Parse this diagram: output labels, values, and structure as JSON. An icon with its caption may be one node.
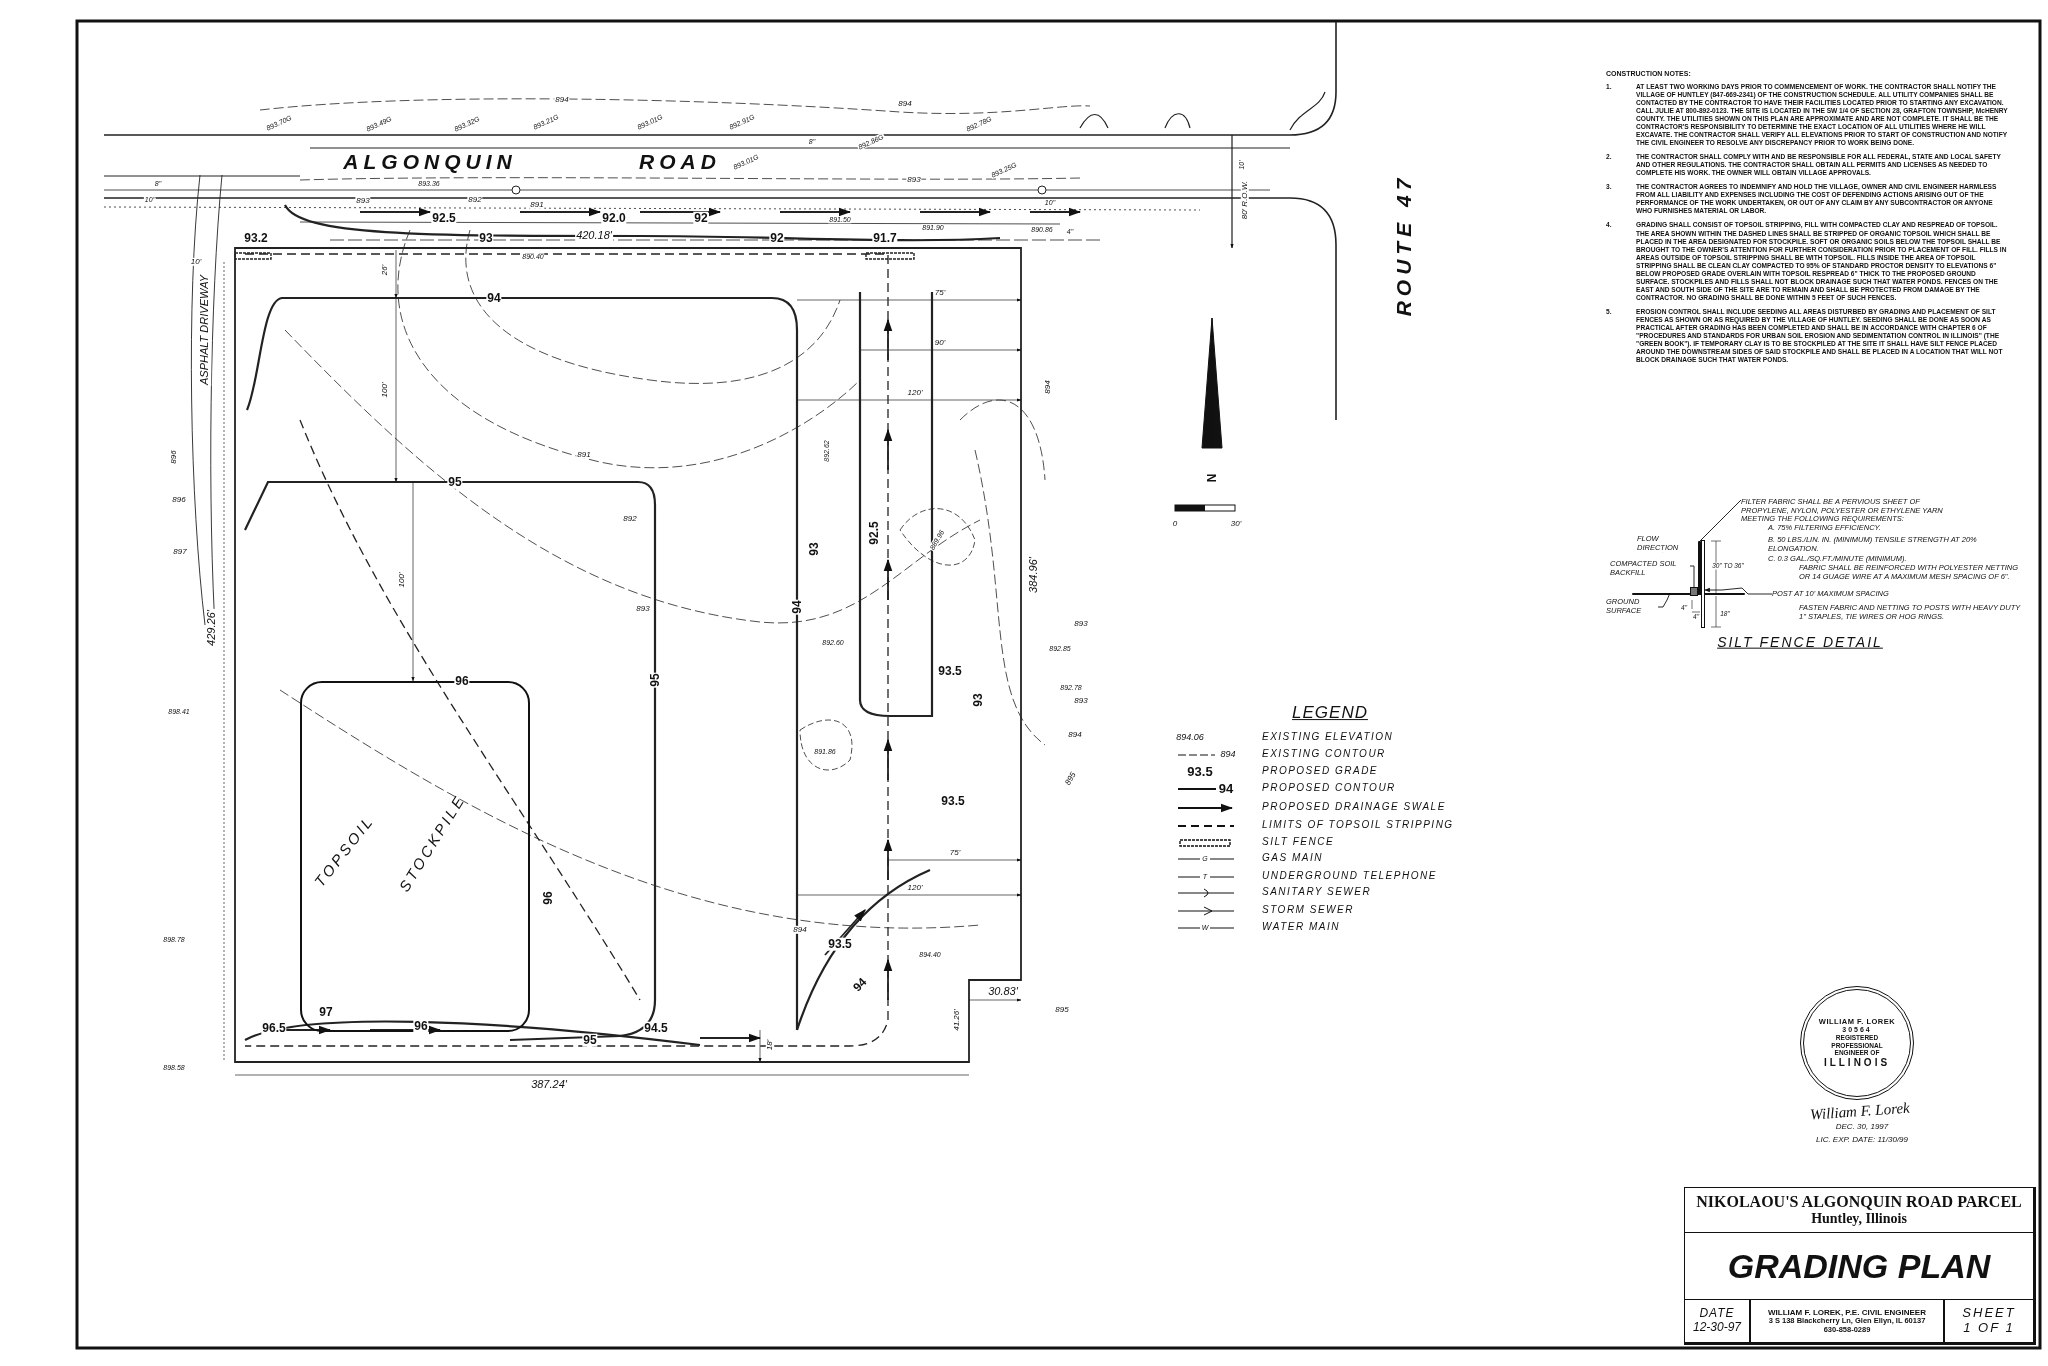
{
  "diagram": {
    "title": "GRADING PLAN",
    "nodes": [
      {
        "text": [
          "NIKOLAOU'S ALGONQUIN ROAD PARCEL",
          "Huntley, Illinois"
        ]
      },
      {
        "text": [
          "DATE",
          "12-30-97"
        ]
      },
      {
        "text": [
          "WILLIAM F. LOREK, P.E. CIVIL ENGINEER",
          "3 S 138 Blackcherry Ln, Glen Ellyn, IL 60137",
          "630-858-0289"
        ]
      },
      {
        "text": [
          "SHEET",
          "1 OF 1"
        ]
      },
      {
        "text": [
          "WILLIAM F. LOREK",
          "30564",
          "REGISTERED PROFESSIONAL ENGINEER OF",
          "ILLINOIS"
        ],
        "beside": [
          "William F. Lorek",
          "DEC. 30, 1997",
          "LIC. EXP. DATE: 11/30/99"
        ]
      },
      {
        "text": [
          "TOPSOIL",
          "STOCKPILE"
        ]
      },
      {
        "text": [
          "FILTER FABRIC SHALL BE A PERVIOUS SHEET OF PROPYLENE, NYLON, POLYESTER OR ETHYLENE YARN MEETING THE FOLLOWING REQUIREMENTS:"
        ]
      },
      {
        "text": [
          "COMPACTED SOIL BACKFILL"
        ]
      },
      {
        "text": [
          "GROUND SURFACE"
        ]
      },
      {
        "text": [
          "POST AT 10' MAXIMUM SPACING"
        ]
      },
      {
        "text": [],
        "shape": "bar"
      },
      {
        "text": [],
        "shape": "box"
      },
      {
        "text": [],
        "shape": "bar"
      },
      {
        "text": [],
        "shape": "box"
      }
    ],
    "edges": [
      {
        "from": 6,
        "to": 12,
        "arrow": "none"
      },
      {
        "from": 7,
        "to": 11,
        "arrow": "none"
      },
      {
        "from": 8,
        "to": 10,
        "arrow": "none"
      },
      {
        "from": 9,
        "to": 13,
        "arrow": "to"
      }
    ],
    "labels": [
      "ALGONQUIN",
      "ROAD",
      "ROUTE 47",
      "80' R.O.W.",
      "ASPHALT DRIVEWAY",
      "10'",
      "420.18'",
      "387.24'",
      "429.26'",
      "384.96'",
      "30.83'",
      "41.26'",
      "26'",
      "100'",
      "100'",
      "75'",
      "90'",
      "120'",
      "75'",
      "120'",
      "18'",
      "92.5",
      "92.0",
      "92",
      "93.2",
      "93",
      "92",
      "91.7",
      "94",
      "95",
      "96",
      "97",
      "96.5",
      "96",
      "95",
      "94.5",
      "96",
      "95",
      "94",
      "93",
      "92.5",
      "93.5",
      "93",
      "93.5",
      "93.5",
      "94",
      "894",
      "894",
      "893",
      "893",
      "892",
      "891",
      "891",
      "892",
      "893",
      "894",
      "894",
      "893",
      "893",
      "894",
      "895",
      "895",
      "896",
      "896",
      "897",
      "893.36",
      "891.50",
      "891.90",
      "890.86",
      "890.40",
      "892.62",
      "892.60",
      "891.86",
      "889.96",
      "892.85",
      "892.78",
      "894.40",
      "898.41",
      "898.78",
      "898.58",
      "893.70G",
      "893.49G",
      "893.32G",
      "893.21G",
      "893.01G",
      "892.91G",
      "892.86G",
      "892.78G",
      "893.01G",
      "893.25G",
      "8\"",
      "10\"",
      "8\"",
      "10\"",
      "4\"",
      "10'",
      "N",
      "0",
      "30'",
      "LEGEND",
      "894.06",
      "894",
      "93.5",
      "94",
      "G",
      "T",
      "W",
      "FLOW DIRECTION",
      "A. 75% FILTERING EFFICIENCY.",
      "B. 50 LBS./LIN. IN. (MINIMUM) TENSILE STRENGTH AT 20% ELONGATION.",
      "C. 0.3 GAL./SQ.FT./MINUTE (MINIMUM).",
      "FABRIC SHALL BE REINFORCED WITH POLYESTER NETTING OR 14 GUAGE WIRE AT A MAXIMUM MESH SPACING OF 6\".",
      "30\" TO 36\"",
      "4\"",
      "4\"",
      "18\"",
      "FASTEN FABRIC AND NETTING TO POSTS WITH HEAVY DUTY 1\" STAPLES, TIE WIRES OR HOG RINGS.",
      "SILT FENCE DETAIL",
      "CONSTRUCTION NOTES:",
      "1.",
      "AT LEAST TWO WORKING DAYS PRIOR TO COMMENCEMENT OF WORK. THE CONTRACTOR SHALL NOTIFY THE VILLAGE OF HUNTLEY (847-669-2341) OF THE CONSTRUCTION SCHEDULE. ALL UTILITY COMPANIES SHALL BE CONTACTED BY THE CONTRACTOR TO HAVE THEIR FACILITIES LOCATED PRIOR TO STARTING ANY EXCAVATION. CALL JULIE AT 800-892-0123. THE SITE IS LOCATED IN THE SW 1/4 OF SECTION 28, GRAFTON TOWNSHIP, McHENRY COUNTY. THE UTILITIES SHOWN ON THIS PLAN ARE APPROXIMATE AND ARE NOT COMPLETE. IT SHALL BE THE CONTRACTOR'S RESPONSIBILITY TO DETERMINE THE EXACT LOCATION OF ALL UTILITIES WHERE HE WILL EXCAVATE. THE CONTRACTOR SHALL VERIFY ALL ELEVATIONS PRIOR TO START OF CONSTRUCTION AND NOTIFY THE CIVIL ENGINEER TO RESOLVE ANY DISCREPANCY PRIOR TO WORK BEING DONE.",
      "2.",
      "THE CONTRACTOR SHALL COMPLY WITH AND BE RESPONSIBLE FOR ALL FEDERAL, STATE AND LOCAL SAFETY AND OTHER REGULATIONS. THE CONTRACTOR SHALL OBTAIN ALL PERMITS AND LICENSES AS NEEDED TO COMPLETE HIS WORK. THE OWNER WILL OBTAIN VILLAGE APPROVALS.",
      "3.",
      "THE CONTRACTOR AGREES TO INDEMNIFY AND HOLD THE VILLAGE, OWNER AND CIVIL ENGINEER HARMLESS FROM ALL LIABILITY AND EXPENSES INCLUDING THE COST OF DEFENDING ACTIONS ARISING OUT OF THE PERFORMANCE OF THE WORK UNDERTAKEN, OR OUT OF ANY CLAIM BY ANY SUBCONTRACTOR OR ANYONE WHO FURNISHES MATERIAL OR LABOR.",
      "4.",
      "GRADING SHALL CONSIST OF TOPSOIL STRIPPING, FILL WITH COMPACTED CLAY AND RESPREAD OF TOPSOIL. THE AREA SHOWN WITHIN THE DASHED LINES SHALL BE STRIPPED OF ORGANIC TOPSOIL WHICH SHALL BE PLACED IN THE AREA DESIGNATED FOR STOCKPILE. SOFT OR ORGANIC SOILS BELOW THE TOPSOIL SHALL BE BROUGHT TO THE OWNER'S ATTENTION FOR FURTHER CONSIDERATION PRIOR TO PLACEMENT OF FILL. FILLS IN AREAS OUTSIDE OF TOPSOIL STRIPPING SHALL BE WITH TOPSOIL. FILLS INSIDE THE AREA OF TOPSOIL STRIPPING SHALL BE CLEAN CLAY COMPACTED TO 95% OF STANDARD PROCTOR DENSITY TO ELEVATIONS 6\" BELOW PROPOSED GRADE OVERLAIN WITH TOPSOIL RESPREAD 6\" THICK TO THE PROPOSED GROUND SURFACE. STOCKPILES AND FILLS SHALL NOT BLOCK DRAINAGE SUCH THAT WATER PONDS. FENCES ON THE EAST AND SOUTH SIDE OF THE SITE ARE TO REMAIN AND SHALL BE PROTECTED FROM DAMAGE BY THE CONTRACTOR. NO GRADING SHALL BE DONE WITHIN 5 FEET OF SUCH FENCES.",
      "5.",
      "EROSION CONTROL SHALL INCLUDE SEEDING ALL AREAS DISTURBED BY GRADING AND PLACEMENT OF SILT FENCES AS SHOWN OR AS REQUIRED BY THE VILLAGE OF HUNTLEY. SEEDING SHALL BE DONE AS SOON AS PRACTICAL AFTER GRADING HAS BEEN COMPLETED AND SHALL BE IN ACCORDANCE WITH CHAPTER 6 OF \"PROCEDURES AND STANDARDS FOR URBAN SOIL EROSION AND SEDIMENTATION CONTROL IN ILLINOIS\" (THE \"GREEN BOOK\"). IF TEMPORARY CLAY IS TO BE STOCKPILED AT THE SITE IT SHALL HAVE SILT FENCE PLACED AROUND THE DOWNSTREAM SIDES OF SAID STOCKPILE AND SHALL BE PLACED IN A LOCATION THAT WILL NOT BLOCK DRAINAGE SUCH THAT WATER PONDS."
    ],
    "legend": [
      {
        "text": "EXISTING ELEVATION"
      },
      {
        "text": "EXISTING CONTOUR"
      },
      {
        "text": "PROPOSED GRADE"
      },
      {
        "text": "PROPOSED CONTOUR"
      },
      {
        "text": "PROPOSED DRAINAGE SWALE"
      },
      {
        "text": "LIMITS OF TOPSOIL STRIPPING"
      },
      {
        "text": "SILT FENCE"
      },
      {
        "text": "GAS MAIN"
      },
      {
        "text": "UNDERGROUND TELEPHONE"
      },
      {
        "text": "SANITARY SEWER"
      },
      {
        "text": "STORM SEWER"
      },
      {
        "text": "WATER MAIN"
      }
    ]
  }
}
